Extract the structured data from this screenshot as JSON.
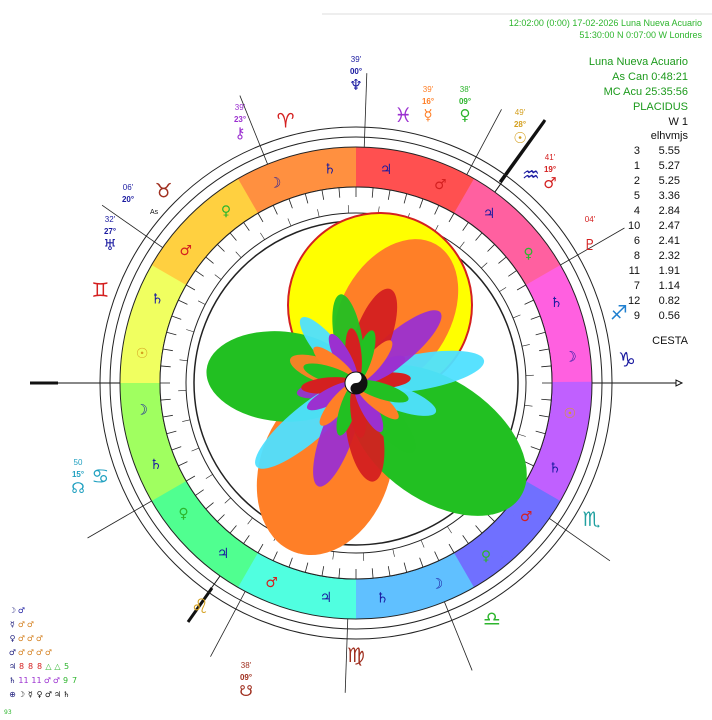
{
  "header": {
    "line1": "12:02:00 (0:00) 17-02-2026  Luna Nueva Acuario",
    "line2": "51:30:00 N  0:07:00 W  Londres"
  },
  "info_panel": {
    "title": "Luna Nueva Acuario",
    "as_line": "As Can  0:48:21",
    "mc_line": "MC Acu  25:35:56",
    "house_system": "PLACIDUS",
    "w_line": "W 1",
    "col_header": "elhvmjs",
    "footer": "CESTA",
    "rows": [
      {
        "k": "3",
        "v": "5.55"
      },
      {
        "k": "1",
        "v": "5.27"
      },
      {
        "k": "2",
        "v": "5.25"
      },
      {
        "k": "5",
        "v": "3.36"
      },
      {
        "k": "4",
        "v": "2.84"
      },
      {
        "k": "10",
        "v": "2.47"
      },
      {
        "k": "6",
        "v": "2.41"
      },
      {
        "k": "8",
        "v": "2.32"
      },
      {
        "k": "11",
        "v": "1.91"
      },
      {
        "k": "7",
        "v": "1.14"
      },
      {
        "k": "12",
        "v": "0.82"
      },
      {
        "k": "9",
        "v": "0.56"
      }
    ]
  },
  "colors": {
    "green": "#2db52d",
    "red": "#d42020",
    "orange": "#ff7f27",
    "yellow": "#ffff00",
    "blue": "#1a1aa0",
    "cyan": "#4fe0ff",
    "purple": "#9b30d0"
  },
  "chart": {
    "zodiac_signs": [
      {
        "sign": "aries",
        "glyph": "♈",
        "color": "#d42020"
      },
      {
        "sign": "taurus",
        "glyph": "♉",
        "color": "#a03020"
      },
      {
        "sign": "gemini",
        "glyph": "♊",
        "color": "#d42020"
      },
      {
        "sign": "cancer",
        "glyph": "♋",
        "color": "#20a0c0"
      },
      {
        "sign": "leo",
        "glyph": "♌",
        "color": "#d4a020"
      },
      {
        "sign": "virgo",
        "glyph": "♍",
        "color": "#a03020"
      },
      {
        "sign": "libra",
        "glyph": "♎",
        "color": "#2db52d"
      },
      {
        "sign": "scorpio",
        "glyph": "♏",
        "color": "#20a0a0"
      },
      {
        "sign": "sagittarius",
        "glyph": "♐",
        "color": "#2080d0"
      },
      {
        "sign": "capricorn",
        "glyph": "♑",
        "color": "#1a1aa0"
      },
      {
        "sign": "aquarius",
        "glyph": "♒",
        "color": "#1a1aa0"
      },
      {
        "sign": "pisces",
        "glyph": "♓",
        "color": "#9b30d0"
      }
    ],
    "planet_labels": [
      {
        "name": "neptune",
        "glyph": "♆",
        "deg": "00°",
        "min": "39'",
        "color": "#1a1aa0"
      },
      {
        "name": "mercury",
        "glyph": "☿",
        "deg": "16°",
        "min": "39'",
        "color": "#ff7f27"
      },
      {
        "name": "venus",
        "glyph": "♀",
        "deg": "09°",
        "min": "38'",
        "color": "#2db52d"
      },
      {
        "name": "sun",
        "glyph": "☉",
        "deg": "28°",
        "min": "49'",
        "color": "#d4a020"
      },
      {
        "name": "mars",
        "glyph": "♂",
        "deg": "19°",
        "min": "41'",
        "color": "#d42020"
      },
      {
        "name": "pluto",
        "glyph": "♇",
        "deg": "",
        "min": "04'",
        "color": "#d42020"
      },
      {
        "name": "chiron",
        "glyph": "⚷",
        "deg": "23°",
        "min": "39'",
        "color": "#9b30d0"
      },
      {
        "name": "saturn-left",
        "glyph": "♅",
        "deg": "27°",
        "min": "32'",
        "color": "#1a1aa0"
      },
      {
        "name": "uranus",
        "glyph": "",
        "deg": "20°",
        "min": "06'",
        "color": "#1a1aa0"
      },
      {
        "name": "north-node",
        "glyph": "☊",
        "deg": "15°",
        "min": "50",
        "color": "#20a0c0"
      },
      {
        "name": "south-node",
        "glyph": "☋",
        "deg": "09°",
        "min": "38'",
        "color": "#a03020"
      }
    ],
    "ring_label": "As"
  },
  "aspects": {
    "rows": [
      [
        "☽",
        "♂"
      ],
      [
        "☿",
        "♂",
        "♂"
      ],
      [
        "♀",
        "♂",
        "♂",
        "♂"
      ],
      [
        "♂",
        "♂",
        "♂",
        "♂",
        "♂"
      ],
      [
        "♃",
        "8",
        "8",
        "8",
        "△",
        "△",
        "5"
      ],
      [
        "♄",
        "11",
        "11",
        "♂",
        "♂",
        "9",
        "7"
      ],
      [
        "⊕",
        "☽",
        "☿",
        "♀",
        "♂",
        "♃",
        "♄"
      ]
    ],
    "corner": "93"
  }
}
